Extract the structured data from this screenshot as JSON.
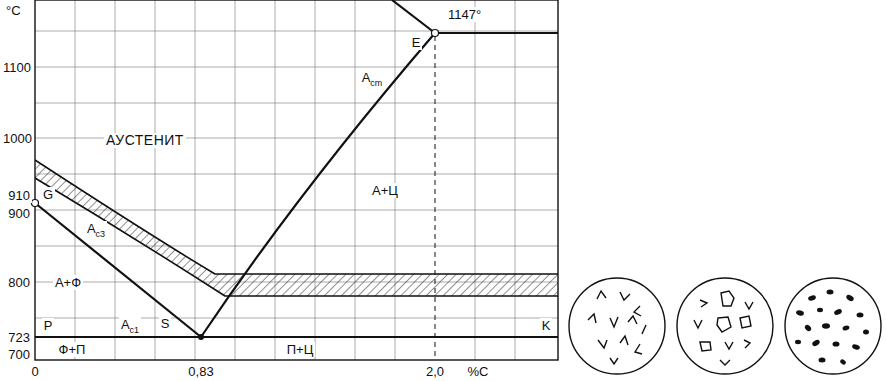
{
  "diagram": {
    "labels": [
      "°C",
      "1100",
      "1000",
      "910",
      "900",
      "800",
      "723",
      "700",
      "1147°",
      "E",
      "Acm",
      "АУСТЕНИТ",
      "А+Ц",
      "G",
      "Ac3",
      "А+Ф",
      "P",
      "Ac1",
      "S",
      "K",
      "Ф+П",
      "П+Ц",
      "0",
      "0,83",
      "2,0",
      "%C"
    ]
  }
}
